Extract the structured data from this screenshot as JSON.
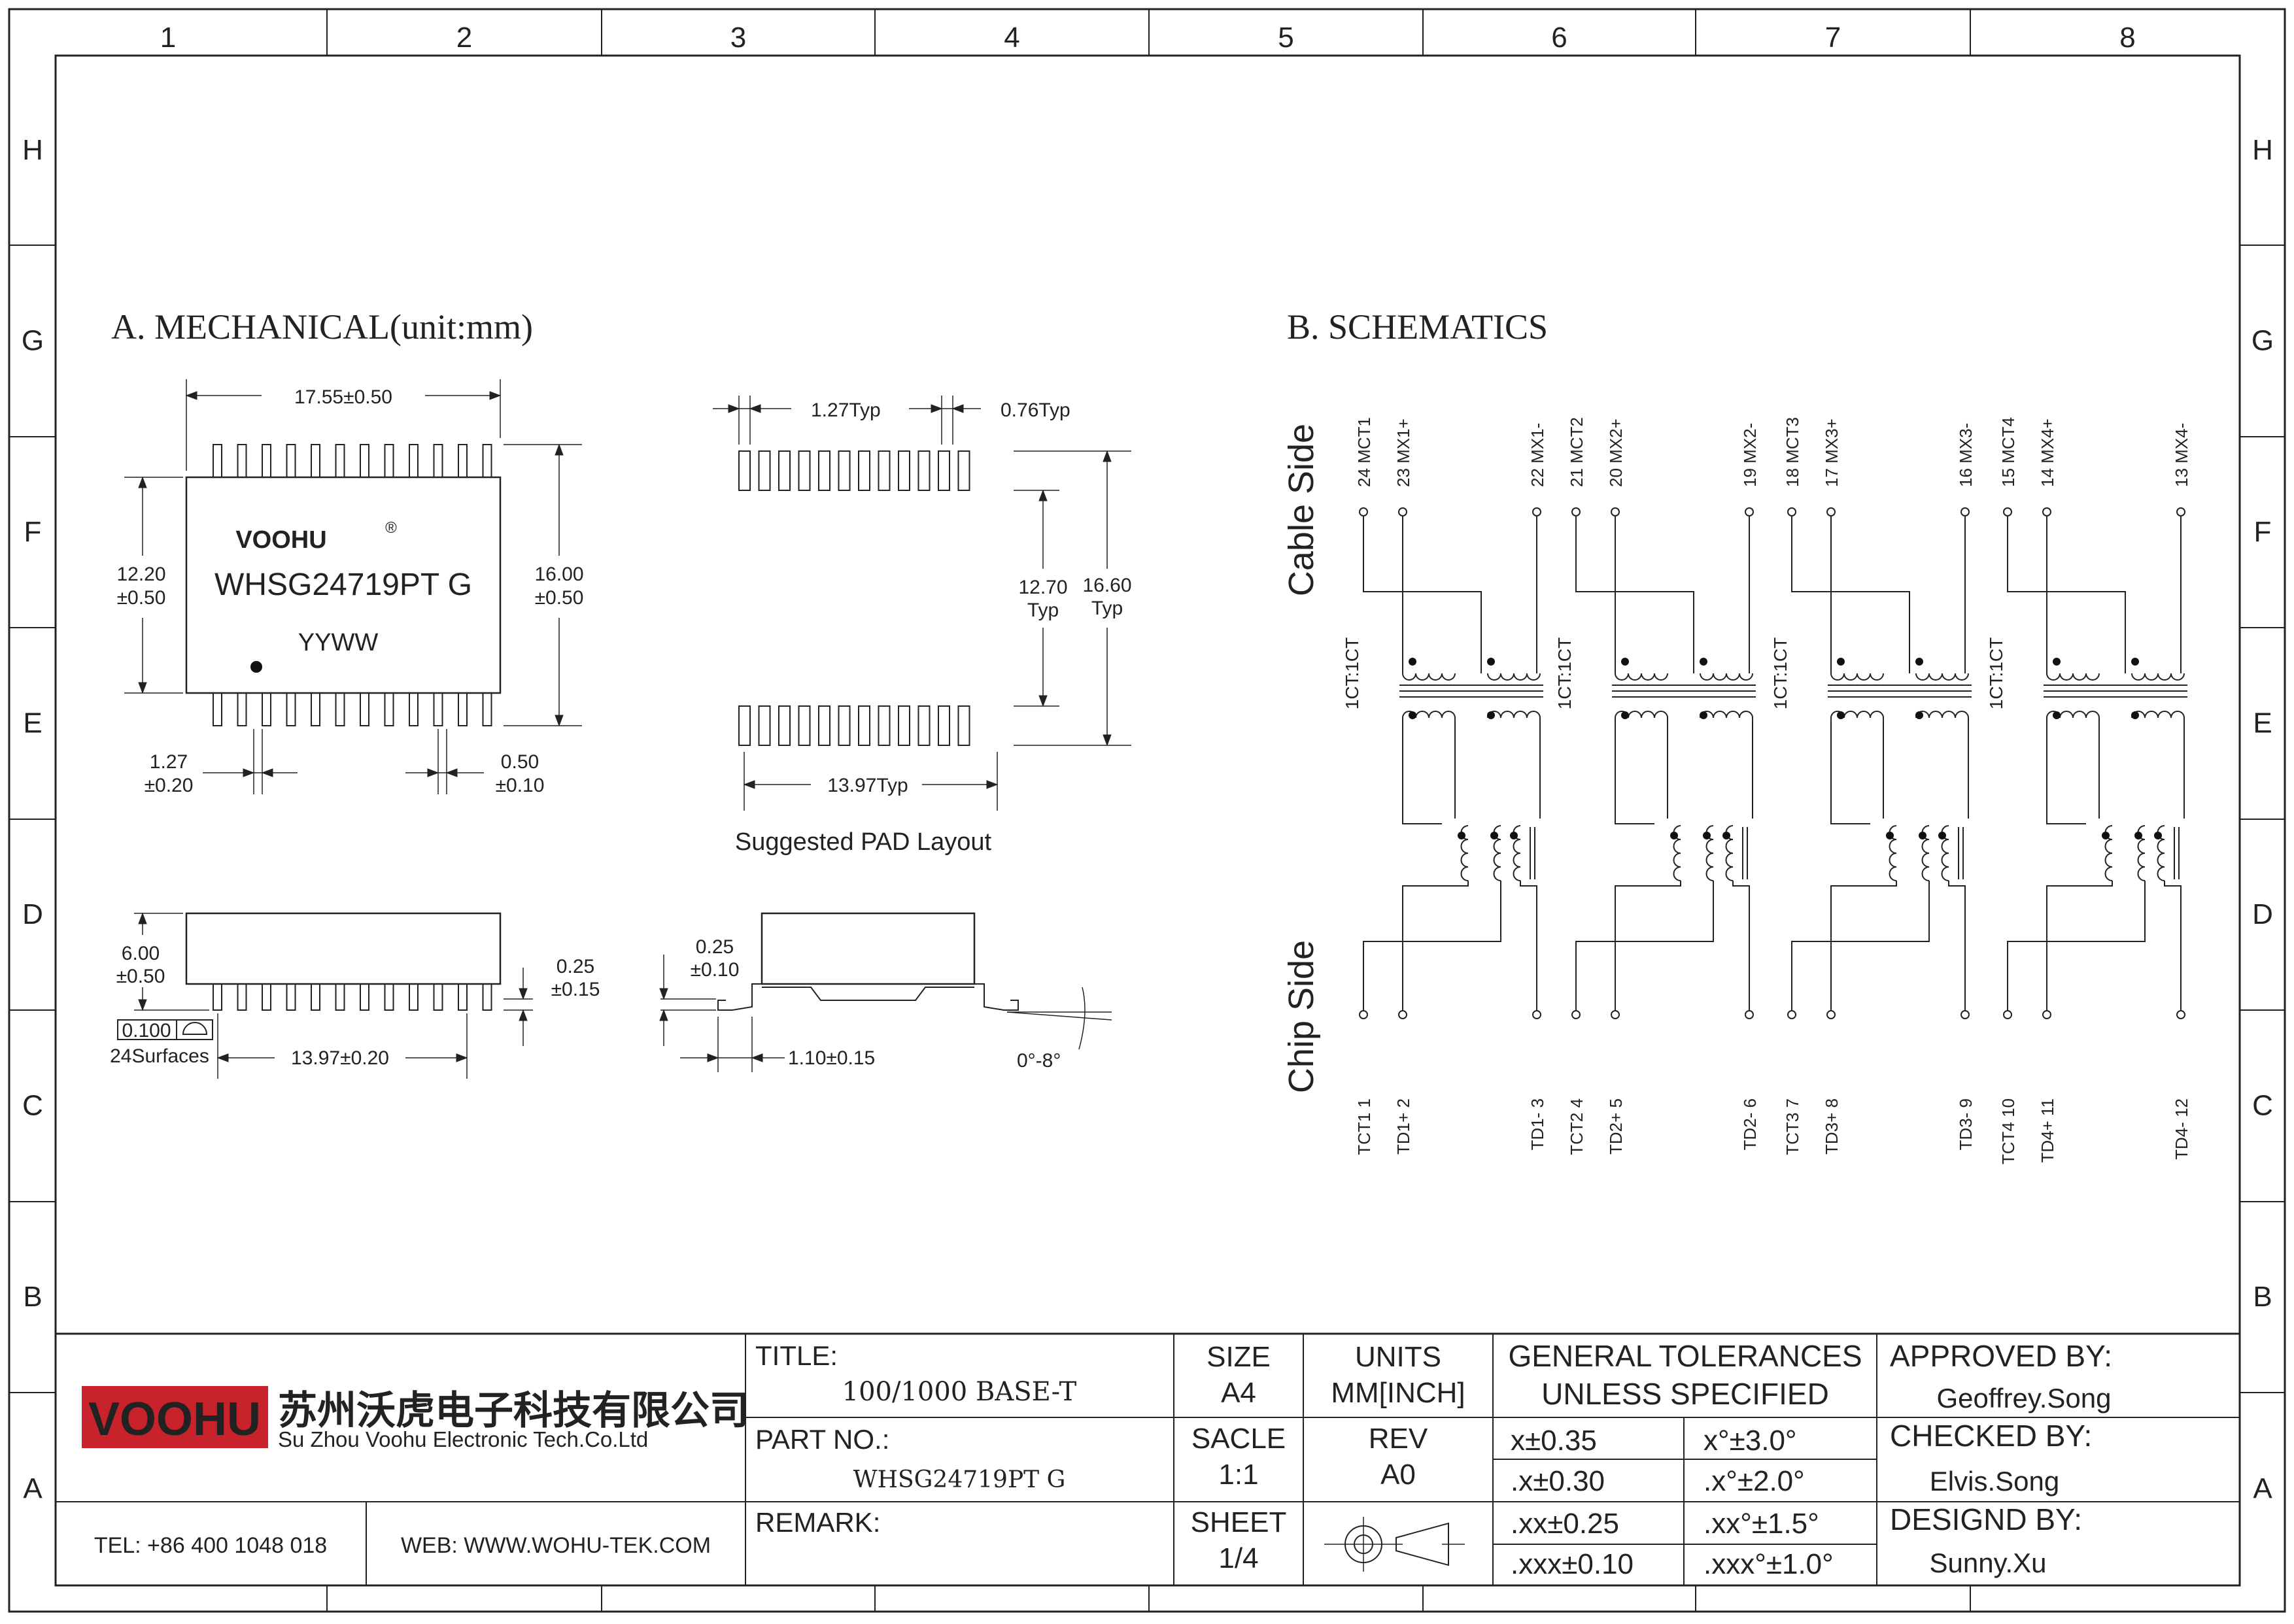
{
  "frame": {
    "columns": [
      "1",
      "2",
      "3",
      "4",
      "5",
      "6",
      "7",
      "8"
    ],
    "rows": [
      "H",
      "G",
      "F",
      "E",
      "D",
      "C",
      "B",
      "A"
    ]
  },
  "mechanical": {
    "heading": "A. MECHANICAL(unit:mm)",
    "top_view": {
      "width_dim": "17.55±0.50",
      "body_h_dim": [
        "12.20",
        "±0.50"
      ],
      "overall_h_dim": [
        "16.00",
        "±0.50"
      ],
      "brand": "VOOHU",
      "brand_mark": "®",
      "part_marking": "WHSG24719PT G",
      "date_code": "YYWW",
      "pitch_dim": [
        "1.27",
        "±0.20"
      ],
      "lead_w_dim": [
        "0.50",
        "±0.10"
      ]
    },
    "pad_layout": {
      "pitch": "1.27Typ",
      "pad_width": "0.76Typ",
      "inner_span": [
        "12.70",
        "Typ"
      ],
      "outer_span": [
        "16.60",
        "Typ"
      ],
      "row_length": "13.97Typ",
      "caption": "Suggested PAD Layout"
    },
    "side_view": {
      "height_dim": [
        "6.00",
        "±0.50"
      ],
      "lead_thk_dim": [
        "0.25",
        "±0.15"
      ],
      "coplanarity": "0.100",
      "coplanarity_note": "24Surfaces",
      "span_dim": "13.97±0.20"
    },
    "end_view": {
      "standoff_dim": [
        "0.25",
        "±0.10"
      ],
      "foot_dim": "1.10±0.15",
      "angle_dim": "0°-8°"
    }
  },
  "schematics": {
    "heading": "B. SCHEMATICS",
    "cable_side": "Cable Side",
    "chip_side": "Chip Side",
    "ratio_label": "1CT:1CT",
    "channels": [
      {
        "top": [
          "24 MCT1",
          "23 MX1+",
          "22 MX1-"
        ],
        "bottom": [
          "TCT1  1",
          "TD1+  2",
          "TD1-  3"
        ]
      },
      {
        "top": [
          "21 MCT2",
          "20 MX2+",
          "19 MX2-"
        ],
        "bottom": [
          "TCT2  4",
          "TD2+  5",
          "TD2-  6"
        ]
      },
      {
        "top": [
          "18 MCT3",
          "17 MX3+",
          "16 MX3-"
        ],
        "bottom": [
          "TCT3  7",
          "TD3+  8",
          "TD3-  9"
        ]
      },
      {
        "top": [
          "15 MCT4",
          "14 MX4+",
          "13 MX4-"
        ],
        "bottom": [
          "TCT4 10",
          "TD4+ 11",
          "TD4- 12"
        ]
      }
    ]
  },
  "title_block": {
    "company_logo": "VOOHU",
    "company_cn": "苏州沃虎电子科技有限公司",
    "company_en": "Su Zhou Voohu Electronic Tech.Co.Ltd",
    "tel": "TEL: +86 400 1048 018",
    "web": "WEB: WWW.WOHU-TEK.COM",
    "title_label": "TITLE:",
    "title_value": "100/1000 BASE-T",
    "part_label": "PART NO.:",
    "part_value": "WHSG24719PT G",
    "remark_label": "REMARK:",
    "size_label": "SIZE",
    "size_value": "A4",
    "scale_label": "SACLE",
    "scale_value": "1:1",
    "sheet_label": "SHEET",
    "sheet_value": "1/4",
    "units_label": "UNITS",
    "units_value": "MM[INCH]",
    "rev_label": "REV",
    "rev_value": "A0",
    "tol_heading": [
      "GENERAL TOLERANCES",
      "UNLESS SPECIFIED"
    ],
    "tolerances": [
      [
        "x±0.35",
        "x°±3.0°"
      ],
      [
        ".x±0.30",
        ".x°±2.0°"
      ],
      [
        ".xx±0.25",
        ".xx°±1.5°"
      ],
      [
        ".xxx±0.10",
        ".xxx°±1.0°"
      ]
    ],
    "approved_label": "APPROVED BY:",
    "approved_value": "Geoffrey.Song",
    "checked_label": "CHECKED BY:",
    "checked_value": "Elvis.Song",
    "designed_label": "DESIGND BY:",
    "designed_value": "Sunny.Xu"
  },
  "colors": {
    "logo_red": "#c8232c",
    "web_blue": "#1f5fa8",
    "line": "#222222"
  }
}
